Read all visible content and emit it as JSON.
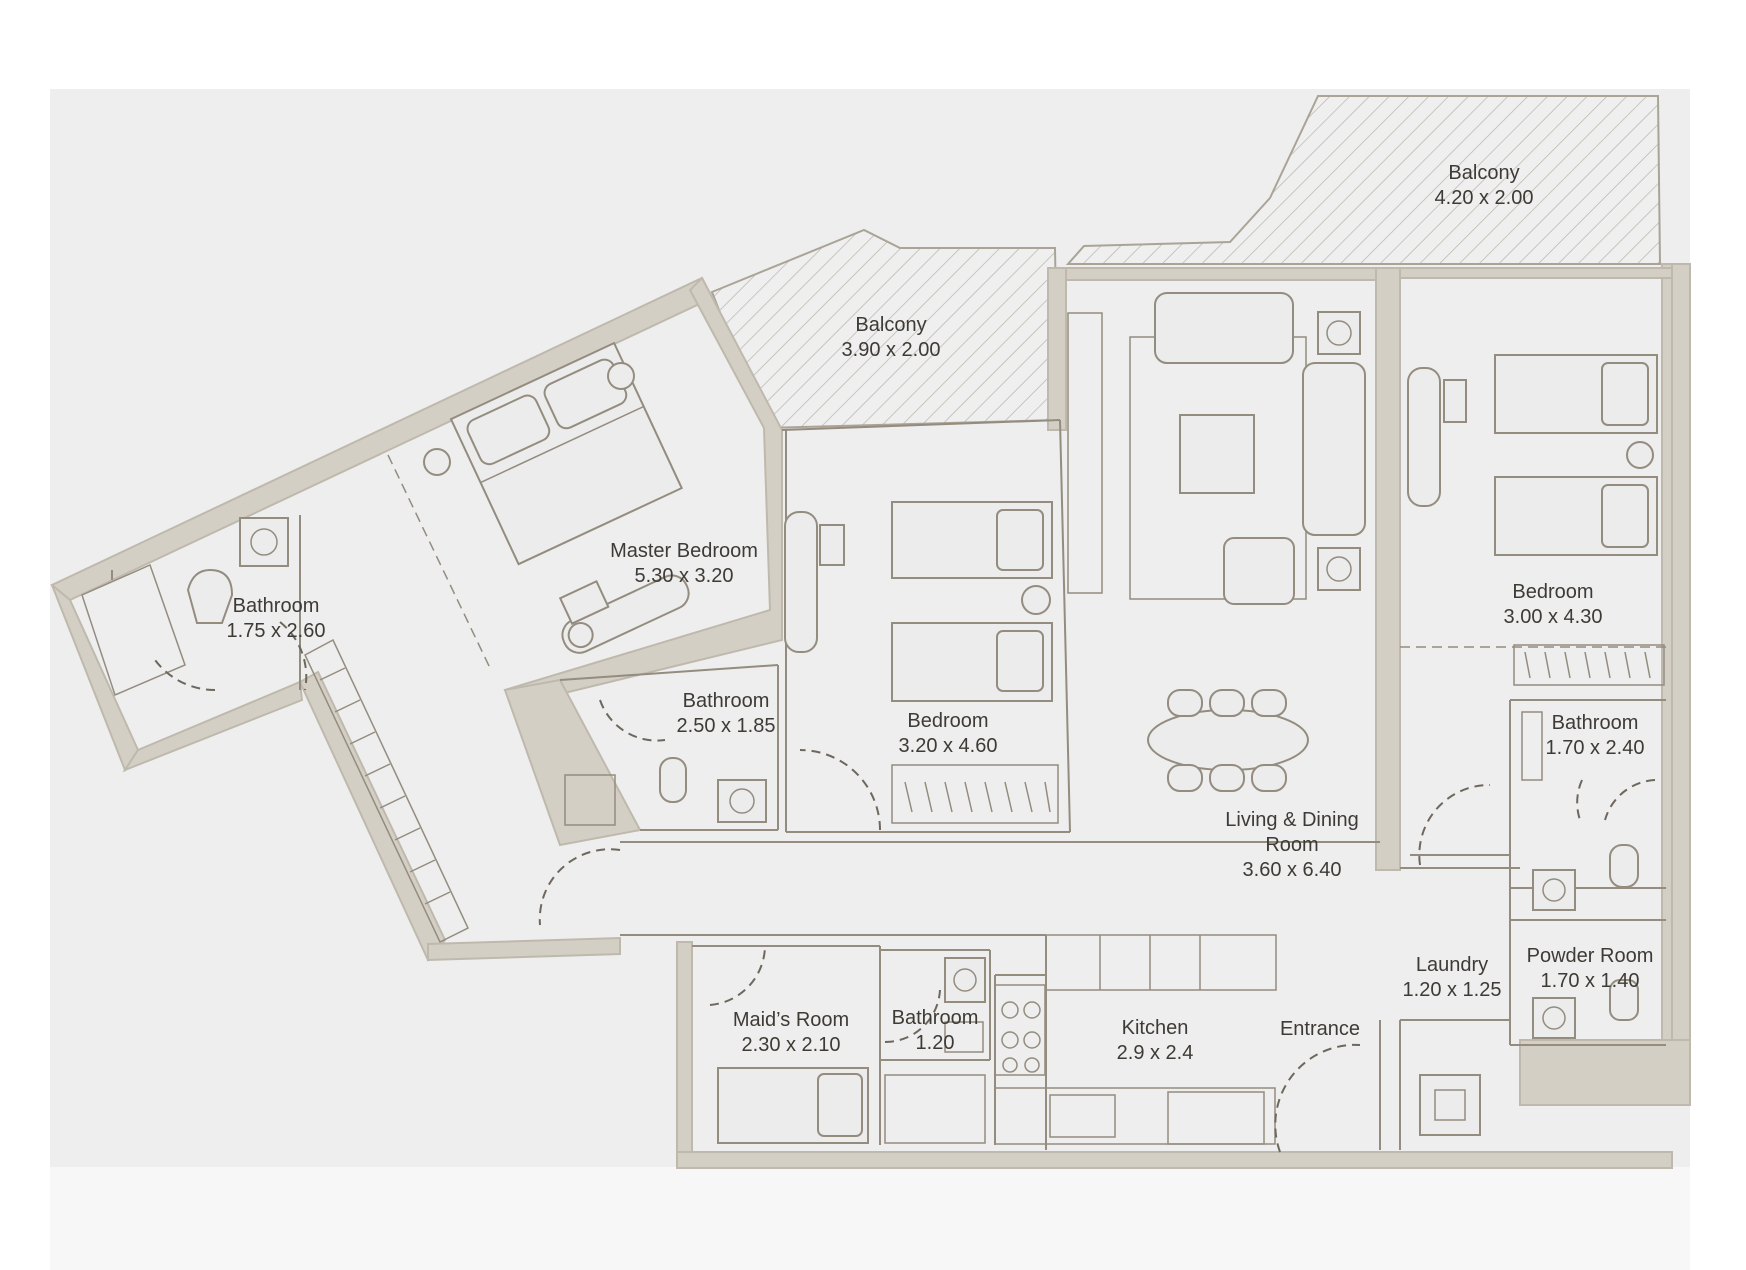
{
  "rooms": {
    "balcony_east": {
      "name": "Balcony",
      "dims": "4.20 x 2.00"
    },
    "balcony_west": {
      "name": "Balcony",
      "dims": "3.90 x 2.00"
    },
    "master_bedroom": {
      "name": "Master Bedroom",
      "dims": "5.30 x 3.20"
    },
    "master_bathroom": {
      "name": "Bathroom",
      "dims": "1.75 x 2.60"
    },
    "bathroom_mid": {
      "name": "Bathroom",
      "dims": "2.50 x 1.85"
    },
    "bedroom_mid": {
      "name": "Bedroom",
      "dims": "3.20 x 4.60"
    },
    "living_dining": {
      "name_line1": "Living & Dining",
      "name_line2": "Room",
      "dims": "3.60 x 6.40"
    },
    "bedroom_east": {
      "name": "Bedroom",
      "dims": "3.00 x 4.30"
    },
    "bathroom_east": {
      "name": "Bathroom",
      "dims": "1.70 x 2.40"
    },
    "laundry": {
      "name": "Laundry",
      "dims": "1.20 x 1.25"
    },
    "powder_room": {
      "name": "Powder Room",
      "dims": "1.70 x 1.40"
    },
    "maids_room": {
      "name": "Maid’s Room",
      "dims": "2.30 x 2.10"
    },
    "maids_bathroom": {
      "name": "Bathroom",
      "dims": "1.20"
    },
    "kitchen": {
      "name": "Kitchen",
      "dims": "2.9 x 2.4"
    },
    "entrance": {
      "name": "Entrance"
    }
  },
  "colors": {
    "background": "#eeeeee",
    "wall": "#d4cfc5",
    "linework": "#948c7f",
    "text": "#3e3a35"
  }
}
